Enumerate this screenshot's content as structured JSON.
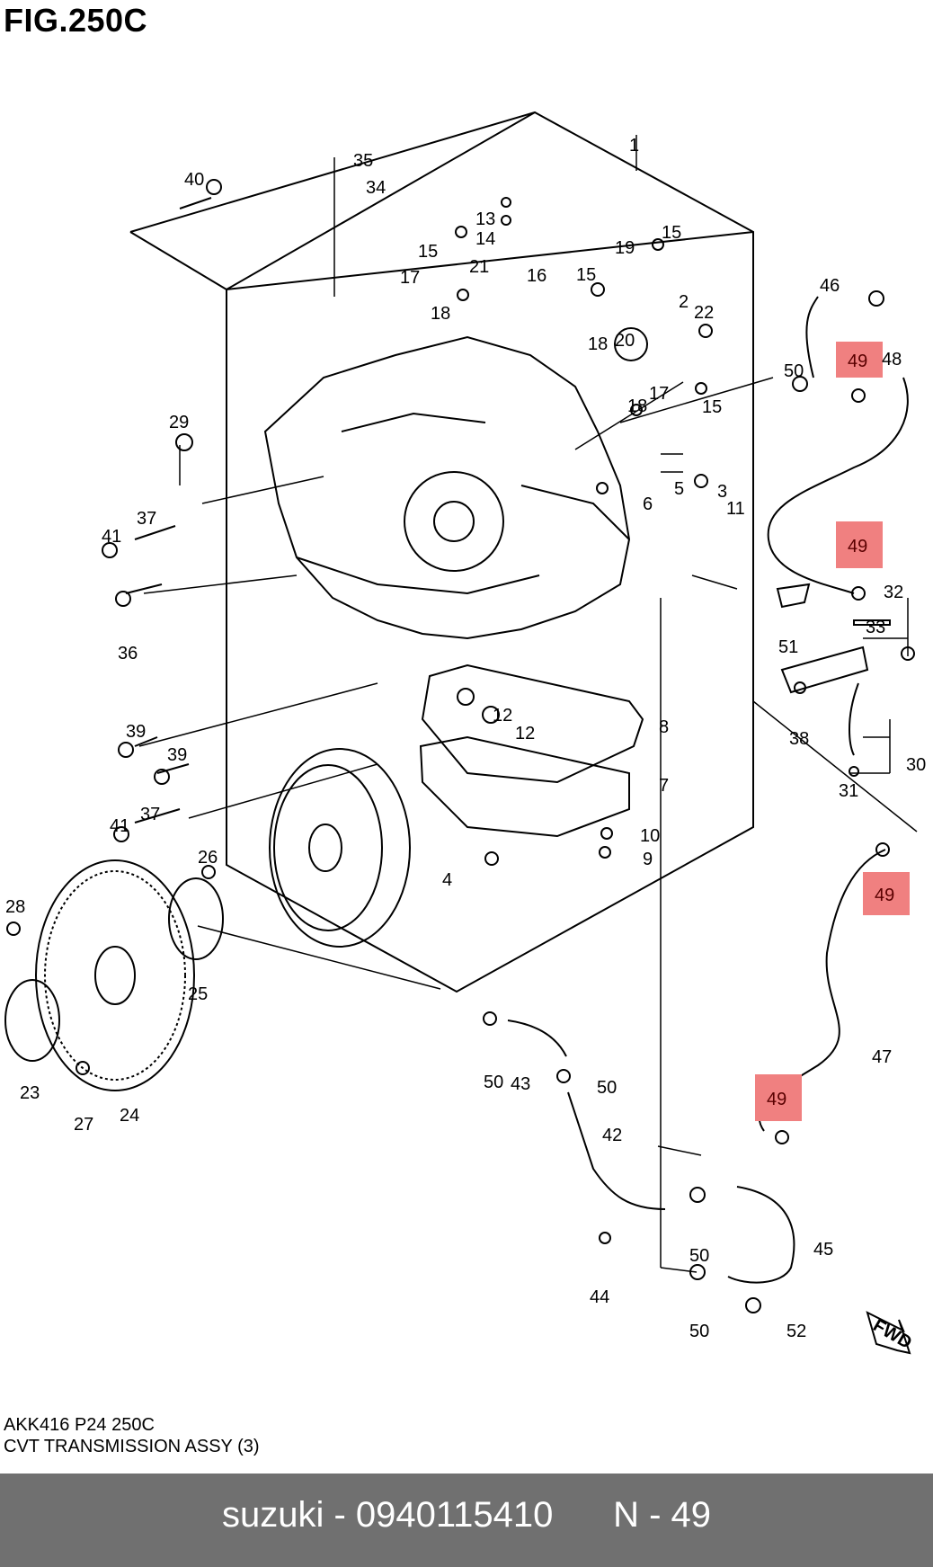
{
  "figure": {
    "title": "FIG.250C",
    "code": "AKK416 P24 250C",
    "name": "CVT TRANSMISSION ASSY (3)"
  },
  "highlight_color": "#f08080",
  "parts": [
    {
      "label": "1"
    },
    {
      "label": "2"
    },
    {
      "label": "3"
    },
    {
      "label": "4"
    },
    {
      "label": "5"
    },
    {
      "label": "6"
    },
    {
      "label": "7"
    },
    {
      "label": "8"
    },
    {
      "label": "9"
    },
    {
      "label": "10"
    },
    {
      "label": "11"
    },
    {
      "label": "12"
    },
    {
      "label": "12"
    },
    {
      "label": "13"
    },
    {
      "label": "14"
    },
    {
      "label": "15"
    },
    {
      "label": "15"
    },
    {
      "label": "15"
    },
    {
      "label": "15"
    },
    {
      "label": "16"
    },
    {
      "label": "17"
    },
    {
      "label": "17"
    },
    {
      "label": "18"
    },
    {
      "label": "18"
    },
    {
      "label": "18"
    },
    {
      "label": "19"
    },
    {
      "label": "20"
    },
    {
      "label": "21"
    },
    {
      "label": "22"
    },
    {
      "label": "23"
    },
    {
      "label": "24"
    },
    {
      "label": "25"
    },
    {
      "label": "26"
    },
    {
      "label": "27"
    },
    {
      "label": "28"
    },
    {
      "label": "29"
    },
    {
      "label": "30"
    },
    {
      "label": "31"
    },
    {
      "label": "32"
    },
    {
      "label": "33"
    },
    {
      "label": "34"
    },
    {
      "label": "35"
    },
    {
      "label": "36"
    },
    {
      "label": "37"
    },
    {
      "label": "37"
    },
    {
      "label": "38"
    },
    {
      "label": "39"
    },
    {
      "label": "39"
    },
    {
      "label": "40"
    },
    {
      "label": "41"
    },
    {
      "label": "41"
    },
    {
      "label": "42"
    },
    {
      "label": "43"
    },
    {
      "label": "44"
    },
    {
      "label": "45"
    },
    {
      "label": "46"
    },
    {
      "label": "47"
    },
    {
      "label": "48"
    },
    {
      "label": "49",
      "highlighted": true
    },
    {
      "label": "49",
      "highlighted": true
    },
    {
      "label": "49",
      "highlighted": true
    },
    {
      "label": "49",
      "highlighted": true
    },
    {
      "label": "50"
    },
    {
      "label": "50"
    },
    {
      "label": "50"
    },
    {
      "label": "50"
    },
    {
      "label": "50"
    },
    {
      "label": "51"
    },
    {
      "label": "52"
    }
  ],
  "fwd_label": "FWD",
  "footer": {
    "brand": "suzuki",
    "part_number": "0940115410",
    "position": "N - 49",
    "text": "suzuki - 0940115410      N - 49"
  }
}
